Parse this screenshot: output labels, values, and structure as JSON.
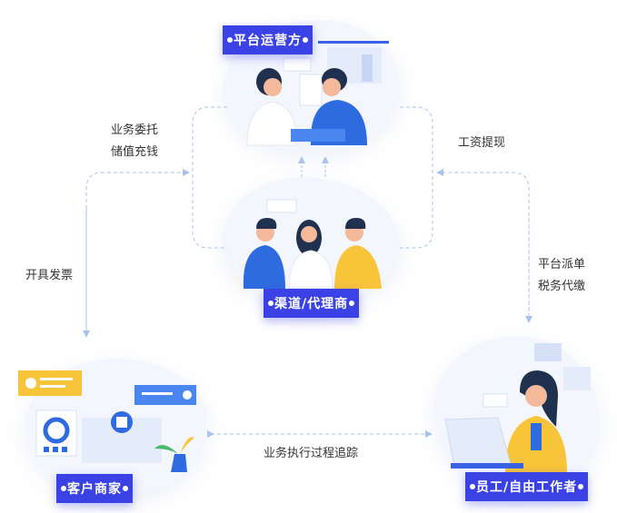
{
  "nodes": {
    "platform": {
      "label": "平台运营方"
    },
    "channel": {
      "label": "渠道/代理商"
    },
    "merchant": {
      "label": "客户商家"
    },
    "employee": {
      "label": "员工/自由工作者"
    }
  },
  "flows": {
    "entrust_line1": "业务委托",
    "entrust_line2": "储值充钱",
    "withdraw": "工资提现",
    "invoice": "开具发票",
    "dispatch_line1": "平台派单",
    "dispatch_line2": "税务代缴",
    "tracking": "业务执行过程追踪"
  },
  "colors": {
    "accent": "#3a42e6",
    "connector": "#a9c3ee",
    "blob": "#f3f6fd"
  }
}
